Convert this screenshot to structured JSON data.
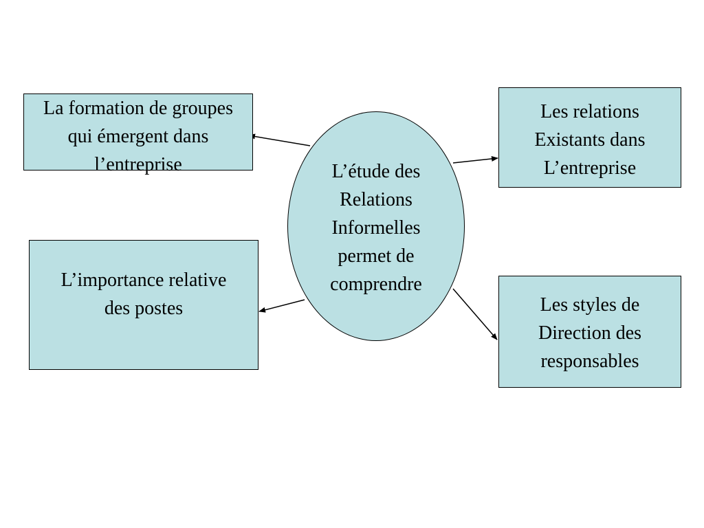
{
  "colors": {
    "box_fill": "#bbe0e3",
    "stroke": "#000000",
    "background": "#ffffff"
  },
  "center": {
    "lines": [
      "L’étude des",
      "Relations",
      "Informelles",
      "permet de",
      "comprendre"
    ]
  },
  "nodes": {
    "top_left": {
      "lines": [
        "La formation de groupes",
        "qui émergent dans",
        "l’entreprise"
      ]
    },
    "top_right": {
      "lines": [
        "Les relations",
        "Existants dans",
        "L’entreprise"
      ]
    },
    "bottom_left": {
      "lines": [
        "L’importance relative",
        "des postes"
      ]
    },
    "bottom_right": {
      "lines": [
        "Les styles de",
        "Direction  des",
        "responsables"
      ]
    }
  },
  "edges": [
    {
      "from": "center",
      "to": "top_left"
    },
    {
      "from": "center",
      "to": "top_right"
    },
    {
      "from": "center",
      "to": "bottom_left"
    },
    {
      "from": "center",
      "to": "bottom_right"
    }
  ]
}
